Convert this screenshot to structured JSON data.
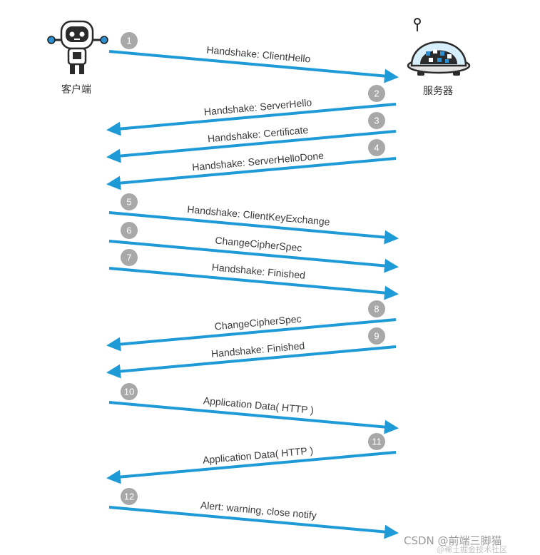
{
  "participants": {
    "client": {
      "label": "客户端"
    },
    "server": {
      "label": "服务器"
    }
  },
  "colors": {
    "arrow": "#1e9ad6",
    "badge_fill": "#a8a8a8",
    "badge_text": "#ffffff",
    "label_text": "#3a3a3a",
    "robot_dark": "#2b2b2b",
    "server_blue": "#2d8fd0"
  },
  "messages": [
    {
      "step": "1",
      "label": "Handshake: ClientHello",
      "direction": "client-to-server"
    },
    {
      "step": "2",
      "label": "Handshake: ServerHello",
      "direction": "server-to-client"
    },
    {
      "step": "3",
      "label": "Handshake: Certificate",
      "direction": "server-to-client"
    },
    {
      "step": "4",
      "label": "Handshake: ServerHelloDone",
      "direction": "server-to-client"
    },
    {
      "step": "5",
      "label": "Handshake: ClientKeyExchange",
      "direction": "client-to-server"
    },
    {
      "step": "6",
      "label": "ChangeCipherSpec",
      "direction": "client-to-server"
    },
    {
      "step": "7",
      "label": "Handshake: Finished",
      "direction": "client-to-server"
    },
    {
      "step": "8",
      "label": "ChangeCipherSpec",
      "direction": "server-to-client"
    },
    {
      "step": "9",
      "label": "Handshake: Finished",
      "direction": "server-to-client"
    },
    {
      "step": "10",
      "label": "Application Data( HTTP )",
      "direction": "client-to-server"
    },
    {
      "step": "11",
      "label": "Application Data( HTTP )",
      "direction": "server-to-client"
    },
    {
      "step": "12",
      "label": "Alert: warning, close notify",
      "direction": "client-to-server"
    }
  ],
  "watermark": {
    "main": "CSDN @前端三脚猫",
    "sub": "@稀土掘金技术社区"
  }
}
